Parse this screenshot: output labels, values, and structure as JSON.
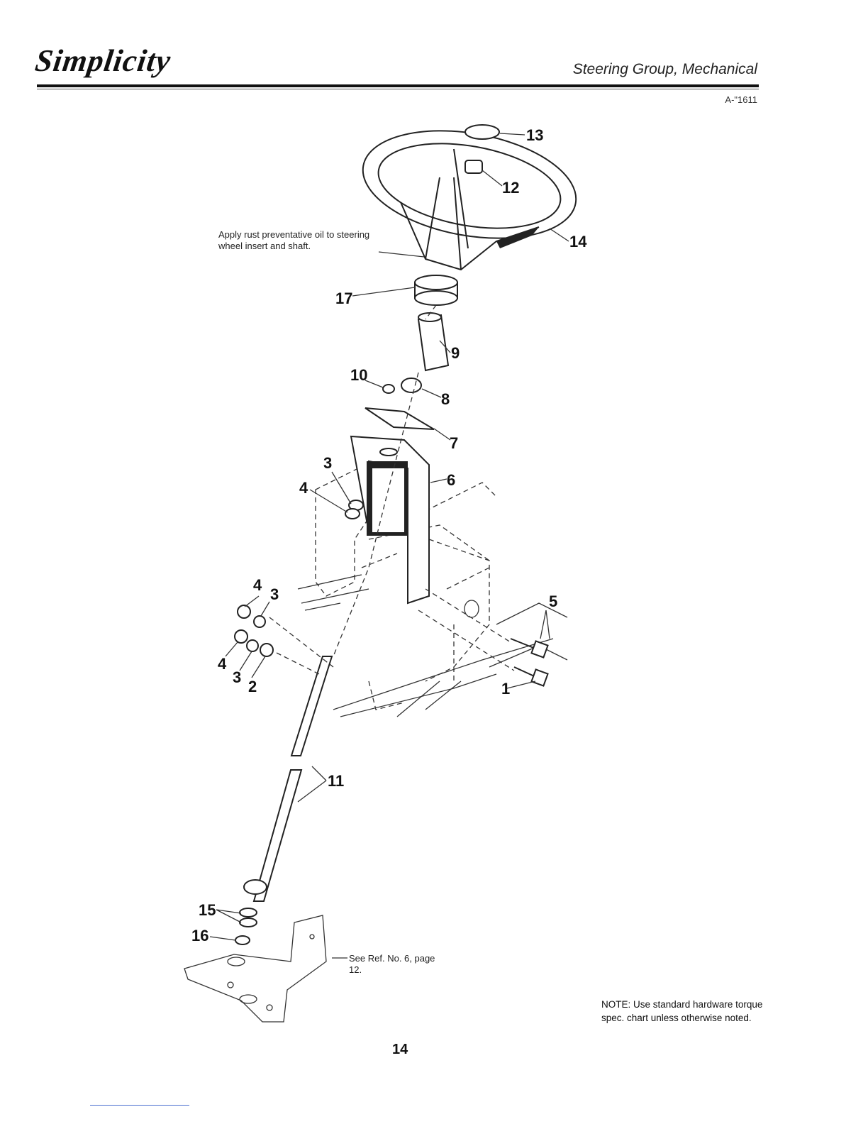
{
  "header": {
    "brand": "Simplicity",
    "section_title": "Steering Group, Mechanical",
    "doc_code": "A-\"1611"
  },
  "diagram": {
    "callouts": [
      "13",
      "12",
      "14",
      "17",
      "9",
      "10",
      "8",
      "7",
      "3",
      "6",
      "4",
      "4",
      "3",
      "5",
      "4",
      "3",
      "2",
      "1",
      "11",
      "15",
      "16"
    ],
    "annotation_oil": "Apply rust preventative oil to steering wheel insert and shaft.",
    "annotation_ref": "See Ref. No. 6, page 12."
  },
  "note": "NOTE: Use standard hardware torque spec. chart unless otherwise noted.",
  "page_number": "14"
}
